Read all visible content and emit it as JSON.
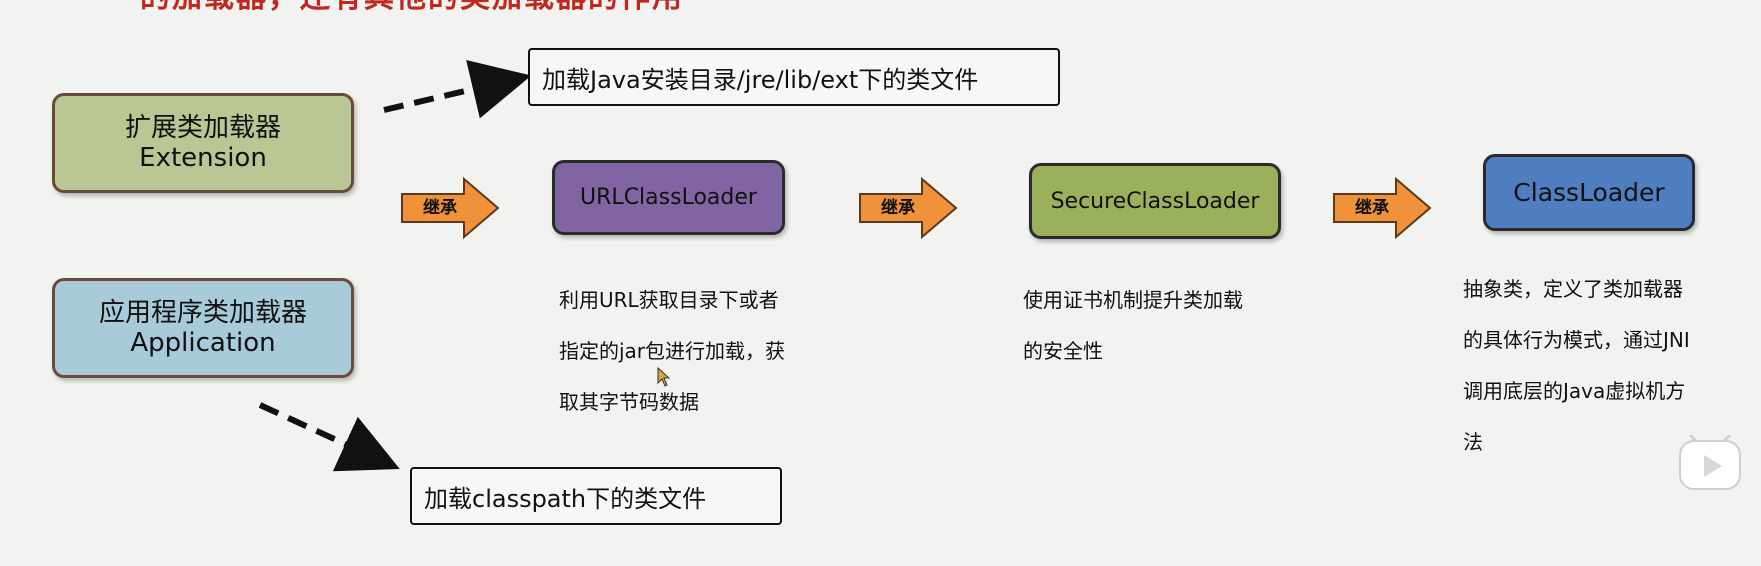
{
  "header": {
    "cut_text": "的加载器，还有其他的类加载器的作用"
  },
  "loaders": {
    "extension": {
      "line1": "扩展类加载器",
      "line2": "Extension"
    },
    "application": {
      "line1": "应用程序类加载器",
      "line2": "Application"
    }
  },
  "notes": {
    "extension": "加载Java安装目录/jre/lib/ext下的类文件",
    "application": "加载classpath下的类文件"
  },
  "inherit_label": "继承",
  "classes": {
    "url": {
      "name": "URLClassLoader",
      "color": "#8065a2",
      "desc": "利用URL获取目录下或者\n指定的jar包进行加载，获\n取其字节码数据"
    },
    "secure": {
      "name": "SecureClassLoader",
      "color": "#9bb05a",
      "desc": "使用证书机制提升类加载\n的安全性"
    },
    "base": {
      "name": "ClassLoader",
      "color": "#4f7fc1",
      "desc": "抽象类，定义了类加载器\n的具体行为模式，通过JNI\n调用底层的Java虚拟机方\n法"
    }
  },
  "colors": {
    "extension_fill": "#b9c794",
    "application_fill": "#a7cbd9",
    "arrow_fill": "#f0913c"
  },
  "icons": {
    "play": "play-icon",
    "cursor": "cursor-icon"
  }
}
